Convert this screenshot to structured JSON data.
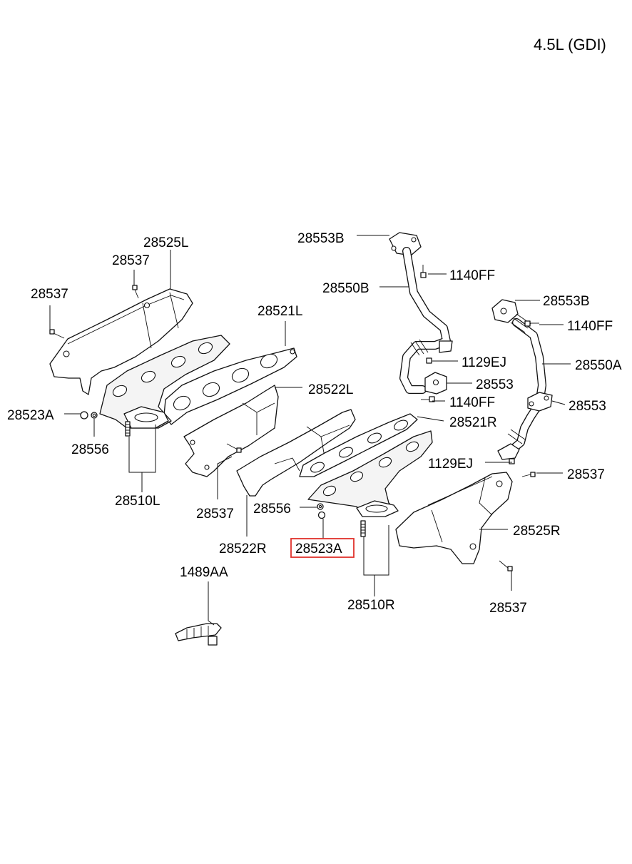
{
  "engine_label": "4.5L (GDI)",
  "highlight": {
    "color": "#e0312b"
  },
  "labels": {
    "p28553B_top": "28553B",
    "p1140FF_top": "1140FF",
    "p28550B": "28550B",
    "p28553B_right": "28553B",
    "p1140FF_right": "1140FF",
    "p28550A": "28550A",
    "p1129EJ_top": "1129EJ",
    "p28553_mid": "28553",
    "p1140FF_mid": "1140FF",
    "p28553_right": "28553",
    "p28525L": "28525L",
    "p28537_a": "28537",
    "p28537_b": "28537",
    "p28521L": "28521L",
    "p28522L": "28522L",
    "p28523A_left": "28523A",
    "p28556_left": "28556",
    "p28510L": "28510L",
    "p28537_c": "28537",
    "p28521R": "28521R",
    "p1129EJ_bottom": "1129EJ",
    "p28537_d": "28537",
    "p28556_mid": "28556",
    "p28525R": "28525R",
    "p28522R": "28522R",
    "p28523A_highlight": "28523A",
    "p28510R": "28510R",
    "p28537_e": "28537",
    "p1489AA": "1489AA"
  }
}
